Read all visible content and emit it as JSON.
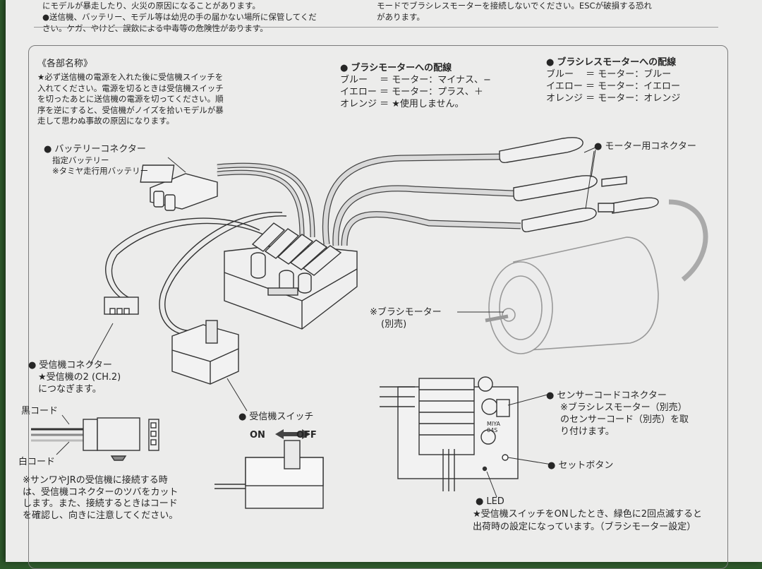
{
  "top_left": {
    "line1": "にモデルが暴走したり、火災の原因になることがあります。",
    "line2": "●送信機、バッテリー、モデル等は幼児の手の届かない場所に保管してくだ",
    "line3": "さい。ケガ、やけど、誤飲による中毒等の危険性があります。"
  },
  "top_right": {
    "line1": "モードでブラシレスモーターを接続しないでください。ESCが破損する恐れ",
    "line2": "があります。"
  },
  "section_title": "《各部名称》",
  "intro": [
    "★必ず送信機の電源を入れた後に受信機スイッチを",
    "入れてください。電源を切るときは受信機スイッチ",
    "を切ったあとに送信機の電源を切ってください。順",
    "序を逆にすると、受信機がノイズを拾いモデルが暴",
    "走して思わぬ事故の原因になります。"
  ],
  "brushed_wiring": {
    "title": "ブラシモーターへの配線",
    "lines": [
      "ブルー　 ＝ モーター：マイナス、−",
      "イエロー ＝ モーター：プラス、＋",
      "オレンジ ＝ ★使用しません。"
    ]
  },
  "brushless_wiring": {
    "title": "ブラシレスモーターへの配線",
    "lines": [
      "ブルー　 ＝ モーター：ブルー",
      "イエロー ＝ モーター：イエロー",
      "オレンジ ＝ モーター：オレンジ"
    ]
  },
  "labels": {
    "battery_connector": "バッテリーコネクター",
    "battery_sub1": "指定バッテリー",
    "battery_sub2": "※タミヤ走行用バッテリー",
    "motor_connector": "モーター用コネクター",
    "brushed_motor": "※ブラシモーター",
    "brushed_motor_sub": "(別売)",
    "receiver_connector": "受信機コネクター",
    "receiver_connector_sub1": "★受信機の2 (CH.2)",
    "receiver_connector_sub2": "につなぎます。",
    "black_cord": "黒コード",
    "white_cord": "白コード",
    "receiver_switch": "受信機スイッチ",
    "on": "ON",
    "off": "OFF",
    "sensor_connector": "センサーコードコネクター",
    "sensor_sub1": "※ブラシレスモーター（別売）",
    "sensor_sub2": "のセンサーコード（別売）を取",
    "sensor_sub3": "り付けます。",
    "set_button": "セットボタン",
    "led": "LED",
    "esc_mark1": "MIYA",
    "esc_mark2": "04S"
  },
  "sanwa_note": [
    "※サンワやJRの受信機に接続する時",
    "は、受信機コネクターのツバをカット",
    "します。また、接続するときはコード",
    "を確認し、向きに注意してください。"
  ],
  "led_note": [
    "★受信機スイッチをONしたとき、緑色に2回点滅すると",
    "出荷時の設定になっています。（ブラシモーター設定）"
  ]
}
